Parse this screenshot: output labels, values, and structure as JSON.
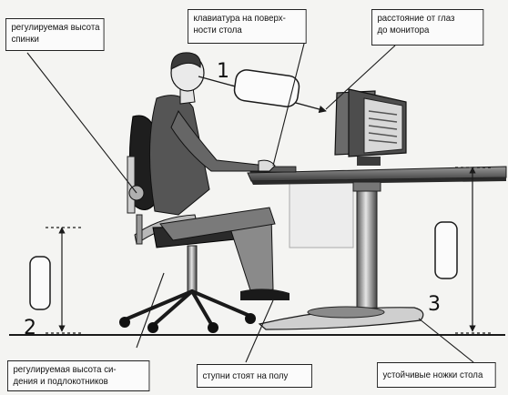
{
  "callouts": {
    "backrest": [
      "регулируемая высота",
      "спинки"
    ],
    "keyboard": [
      "клавиатура на поверх-",
      "ности стола"
    ],
    "distance": [
      "расстояние от глаз",
      "до монитора"
    ],
    "seat": [
      "регулируемая высота си-",
      "дения и подлокотников"
    ],
    "feet": [
      "ступни стоят на полу"
    ],
    "legs": [
      "устойчивые ножки стола"
    ]
  },
  "markers": {
    "one": "1",
    "two": "2",
    "three": "3"
  },
  "colors": {
    "ink": "#1a1a1a",
    "background": "#f4f4f2",
    "label_fill": "#fbfbfb"
  }
}
